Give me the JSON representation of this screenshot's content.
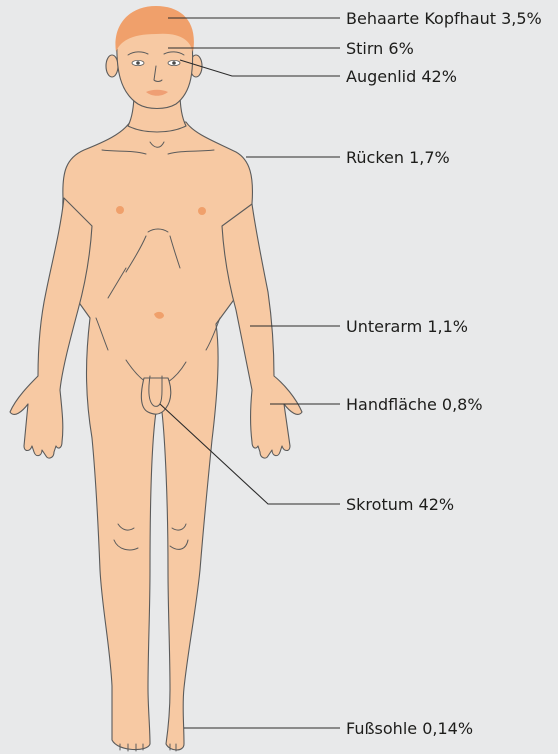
{
  "labels": [
    {
      "id": "scalp",
      "text": "Behaarte Kopfhaut 3,5%"
    },
    {
      "id": "forehead",
      "text": "Stirn 6%"
    },
    {
      "id": "eyelid",
      "text": "Augenlid 42%"
    },
    {
      "id": "back",
      "text": "Rücken 1,7%"
    },
    {
      "id": "forearm",
      "text": "Unterarm 1,1%"
    },
    {
      "id": "palm",
      "text": "Handfläche 0,8%"
    },
    {
      "id": "scrotum",
      "text": "Skrotum 42%"
    },
    {
      "id": "sole",
      "text": "Fußsohle 0,14%"
    }
  ],
  "colors": {
    "background": "#e8e9ea",
    "skin": "#f7c9a3",
    "hair": "#f0a06b",
    "outline": "#5b5b5b",
    "nipple": "#f0a06b",
    "leader": "#2b2b2b"
  }
}
